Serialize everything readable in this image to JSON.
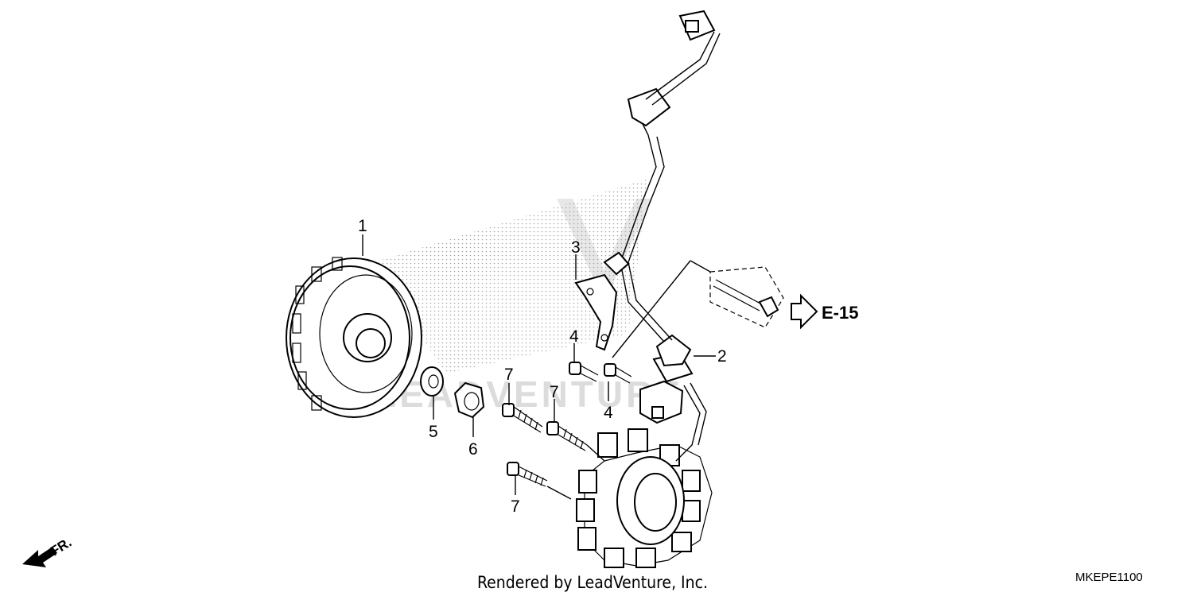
{
  "diagram": {
    "callouts": [
      {
        "id": "1"
      },
      {
        "id": "2"
      },
      {
        "id": "3"
      },
      {
        "id": "4a",
        "label": "4"
      },
      {
        "id": "4b",
        "label": "4"
      },
      {
        "id": "5"
      },
      {
        "id": "6"
      },
      {
        "id": "7a",
        "label": "7"
      },
      {
        "id": "7b",
        "label": "7"
      },
      {
        "id": "7c",
        "label": "7"
      }
    ],
    "labels": {
      "c1": "1",
      "c2": "2",
      "c3": "3",
      "c4a": "4",
      "c4b": "4",
      "c5": "5",
      "c6": "6",
      "c7a": "7",
      "c7b": "7",
      "c7c": "7"
    },
    "reference": "E-15",
    "front_indicator": "FR.",
    "footer": "Rendered by LeadVenture, Inc.",
    "diagram_code": "MKEPE1100",
    "watermark": "LEADVENTURE"
  }
}
